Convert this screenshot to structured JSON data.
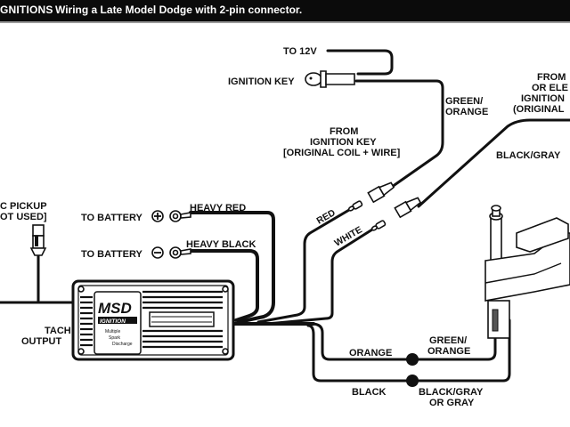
{
  "header": {
    "section": "GNITIONS",
    "title": "Wiring a Late Model Dodge with 2-pin connector."
  },
  "labels": {
    "to_12v": "TO 12V",
    "ignition_key": "IGNITION KEY",
    "green_orange_top": [
      "GREEN/",
      "ORANGE"
    ],
    "from_ignition_key": [
      "FROM",
      "IGNITION KEY",
      "[ORIGINAL COIL + WIRE]"
    ],
    "from_electronic_right": [
      "FROM",
      "OR ELE",
      "IGNITION",
      "(ORIGINAL"
    ],
    "black_gray_top": "BLACK/GRAY",
    "mag_pickup": [
      "C PICKUP",
      "OT USED]"
    ],
    "to_battery_pos": "TO BATTERY",
    "to_battery_neg": "TO BATTERY",
    "heavy_red": "HEAVY RED",
    "heavy_black": "HEAVY BLACK",
    "red": "RED",
    "white": "WHITE",
    "tach_output": [
      "TACH",
      "OUTPUT"
    ],
    "orange": "ORANGE",
    "green_orange_bottom": [
      "GREEN/",
      "ORANGE"
    ],
    "black": "BLACK",
    "black_gray_or_gray": [
      "BLACK/GRAY",
      "OR GRAY"
    ]
  },
  "symbols": {
    "positive": "+",
    "negative": "−"
  },
  "msd_box": {
    "brand": "MSD",
    "badge": "IGNITION",
    "subtitle": [
      "Multiple",
      "Spark",
      "Discharge"
    ]
  }
}
